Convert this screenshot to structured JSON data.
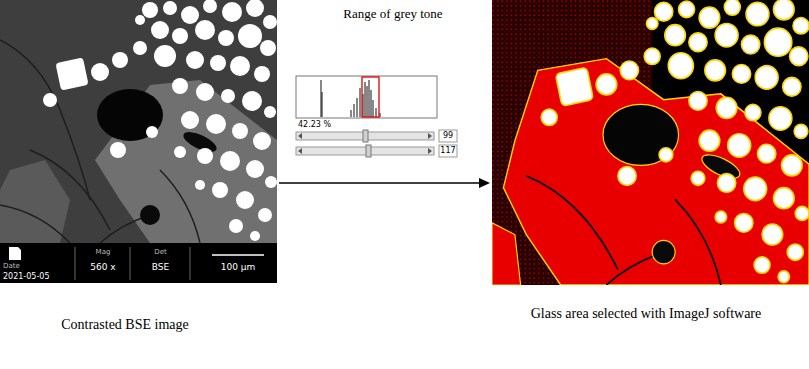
{
  "diagram": {
    "nodes": [
      {
        "text": [
          "Contrasted BSE image"
        ]
      },
      {
        "text": [
          "Glass area selected with ImageJ software"
        ]
      }
    ],
    "edges": [
      {
        "from": 0,
        "to": 1,
        "arrow": "to"
      }
    ],
    "labels": [
      "Range of grey tone",
      "42.23 %",
      "99",
      "117",
      "Date",
      "2021-05-05",
      "Mag",
      "560 x",
      "Det",
      "BSE",
      "100 µm"
    ]
  }
}
